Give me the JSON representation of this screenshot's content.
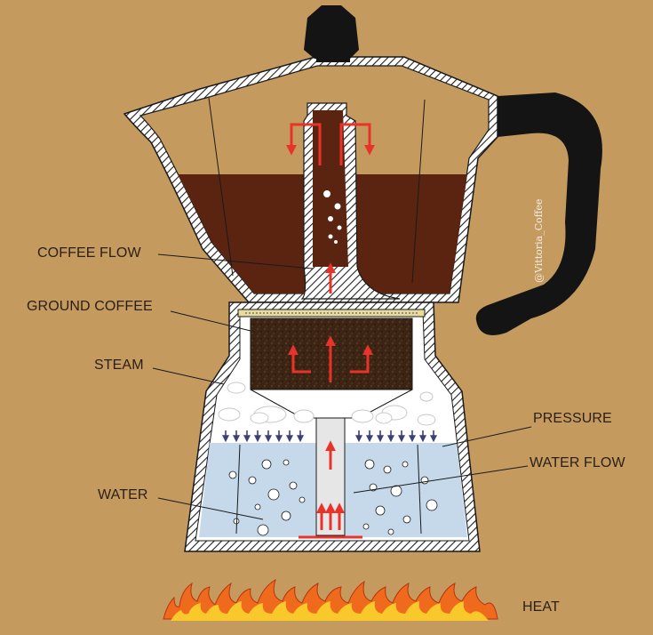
{
  "labels": {
    "coffee_flow": "COFFEE FLOW",
    "ground_coffee": "GROUND COFFEE",
    "steam": "STEAM",
    "water": "WATER",
    "pressure": "PRESSURE",
    "water_flow": "WATER FLOW",
    "heat": "HEAT"
  },
  "watermark": "@Vittoria_Coffee",
  "colors": {
    "background": "#c49a5e",
    "coffee": "#5a2410",
    "grounds": "#3b2413",
    "water": "#c5d9ea",
    "arrows": "#e8322a",
    "handle": "#141414",
    "flame_outer": "#ef6a1c",
    "flame_inner": "#f9c92b",
    "pressure_arrows": "#3c3f7a"
  },
  "icons": [
    "lid-knob",
    "handle",
    "flame-icon",
    "up-arrow-icon",
    "steam-cloud-icon",
    "water-bubble-icon"
  ]
}
